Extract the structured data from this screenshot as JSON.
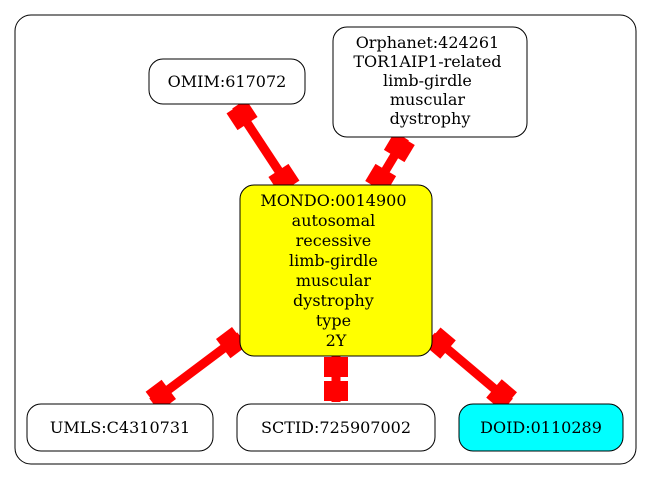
{
  "diagram": {
    "colors": {
      "edge": "#ff0000",
      "border": "#000000",
      "default_fill": "#ffffff",
      "center_fill": "#ffff00",
      "doid_fill": "#00ffff"
    },
    "nodes": {
      "center": {
        "lines": [
          "MONDO:0014900",
          "autosomal",
          "recessive",
          "limb-girdle",
          "muscular",
          "dystrophy",
          "type",
          "2Y"
        ]
      },
      "omim": {
        "lines": [
          "OMIM:617072"
        ]
      },
      "orphanet": {
        "lines": [
          "Orphanet:424261",
          "TOR1AIP1-related",
          "limb-girdle",
          "muscular",
          "dystrophy"
        ]
      },
      "umls": {
        "lines": [
          "UMLS:C4310731"
        ]
      },
      "sctid": {
        "lines": [
          "SCTID:725907002"
        ]
      },
      "doid": {
        "lines": [
          "DOID:0110289"
        ]
      }
    },
    "edges": [
      {
        "from": "omim",
        "to": "center"
      },
      {
        "from": "orphanet",
        "to": "center"
      },
      {
        "from": "center",
        "to": "umls"
      },
      {
        "from": "center",
        "to": "sctid"
      },
      {
        "from": "center",
        "to": "doid"
      }
    ]
  }
}
